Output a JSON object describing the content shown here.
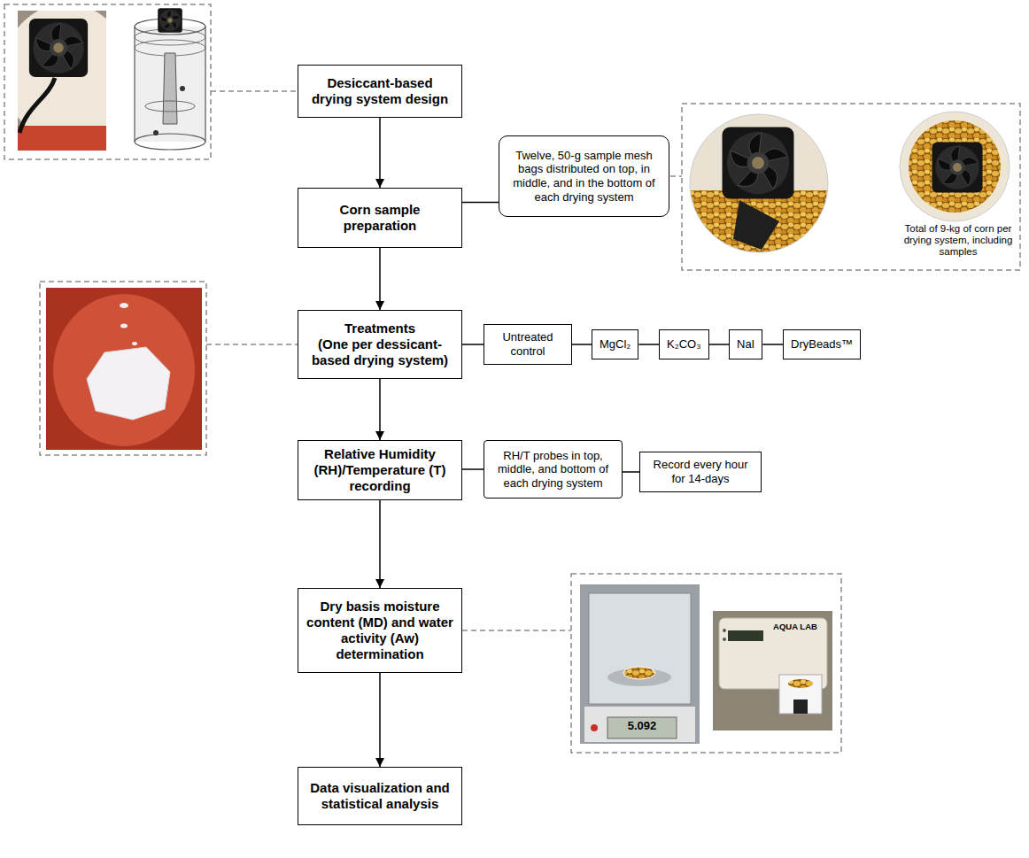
{
  "diagram": {
    "nodes": [
      {
        "text": [
          "Desiccant-based drying system design"
        ]
      },
      {
        "text": [
          "Corn sample preparation"
        ]
      },
      {
        "text": [
          "Twelve, 50-g sample mesh bags distributed on top, in middle, and in the bottom of each drying system"
        ]
      },
      {
        "text": [
          "Treatments",
          "(One per dessicant-based drying system)"
        ]
      },
      {
        "text": [
          "Untreated control"
        ]
      },
      {
        "text": [
          "MgCl₂"
        ]
      },
      {
        "text": [
          "K₂CO₃"
        ]
      },
      {
        "text": [
          "NaI"
        ]
      },
      {
        "text": [
          "DryBeads™"
        ]
      },
      {
        "text": [
          "Relative Humidity (RH)/Temperature (T) recording"
        ]
      },
      {
        "text": [
          "RH/T probes in top, middle, and bottom of each drying system"
        ]
      },
      {
        "text": [
          "Record every hour for 14-days"
        ]
      },
      {
        "text": [
          "Dry basis moisture content (MD) and water activity (Aw) determination"
        ]
      },
      {
        "text": [
          "Data visualization and statistical analysis"
        ]
      }
    ],
    "edges": [
      {
        "from": 0,
        "to": 1,
        "arrow": "to"
      },
      {
        "from": 1,
        "to": 2,
        "arrow": "none"
      },
      {
        "from": 1,
        "to": 3,
        "arrow": "to"
      },
      {
        "from": 3,
        "to": 4,
        "arrow": "none"
      },
      {
        "from": 4,
        "to": 5,
        "arrow": "none"
      },
      {
        "from": 5,
        "to": 6,
        "arrow": "none"
      },
      {
        "from": 6,
        "to": 7,
        "arrow": "none"
      },
      {
        "from": 7,
        "to": 8,
        "arrow": "none"
      },
      {
        "from": 3,
        "to": 9,
        "arrow": "to"
      },
      {
        "from": 9,
        "to": 10,
        "arrow": "none"
      },
      {
        "from": 10,
        "to": 11,
        "arrow": "none"
      },
      {
        "from": 9,
        "to": 12,
        "arrow": "to"
      },
      {
        "from": 12,
        "to": 13,
        "arrow": "to"
      }
    ],
    "labels": [
      "Total of 9-kg of corn per drying system, including samples",
      "5.092",
      "AQUA LAB"
    ]
  }
}
